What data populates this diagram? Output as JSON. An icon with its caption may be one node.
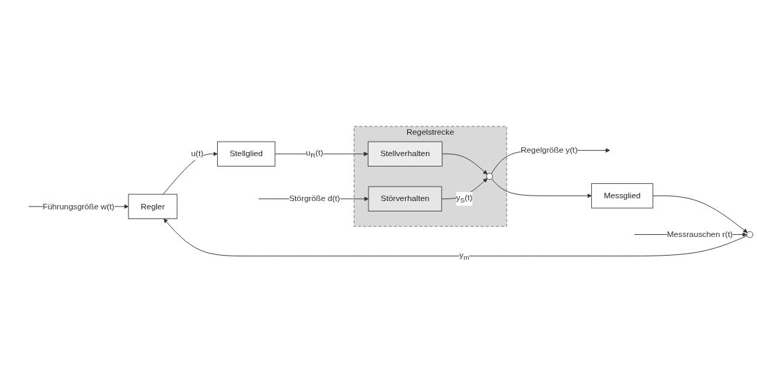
{
  "diagram": {
    "nodes": [
      {
        "text": [
          "Regelstrecke"
        ]
      },
      {
        "text": [
          "Störverhalten"
        ],
        "in": 0
      },
      {
        "text": [
          "Stellverhalten"
        ],
        "in": 0
      },
      {
        "text": [],
        "shape": "circle",
        "in": 0
      },
      {
        "text": [
          "Regler"
        ]
      },
      {
        "text": [
          "Stellglied"
        ]
      },
      {
        "text": [
          "Messglied"
        ]
      },
      {
        "text": [],
        "shape": "circle"
      }
    ],
    "edges": [
      {
        "from": null,
        "to": 4,
        "arrow": "to",
        "label": "Führungsgröße w(t)"
      },
      {
        "from": 4,
        "to": 5,
        "arrow": "to",
        "label": "u(t)"
      },
      {
        "from": 5,
        "to": 2,
        "arrow": "to",
        "label": "u$_{R}$(t)"
      },
      {
        "from": null,
        "to": 1,
        "arrow": "to",
        "label": "Störgröße d(t)"
      },
      {
        "from": 2,
        "to": 3,
        "arrow": "to"
      },
      {
        "from": 1,
        "to": 3,
        "arrow": "to",
        "label": "y$_{S}$(t)"
      },
      {
        "from": 3,
        "to": null,
        "arrow": "to",
        "label": "Regelgröße y(t)"
      },
      {
        "from": 3,
        "to": 6,
        "arrow": "to"
      },
      {
        "from": 6,
        "to": 7,
        "arrow": "to"
      },
      {
        "from": null,
        "to": 7,
        "arrow": "to",
        "label": "Messrauschen r(t)"
      },
      {
        "from": 7,
        "to": 4,
        "arrow": "to",
        "label": "y$_{m}$"
      }
    ]
  }
}
